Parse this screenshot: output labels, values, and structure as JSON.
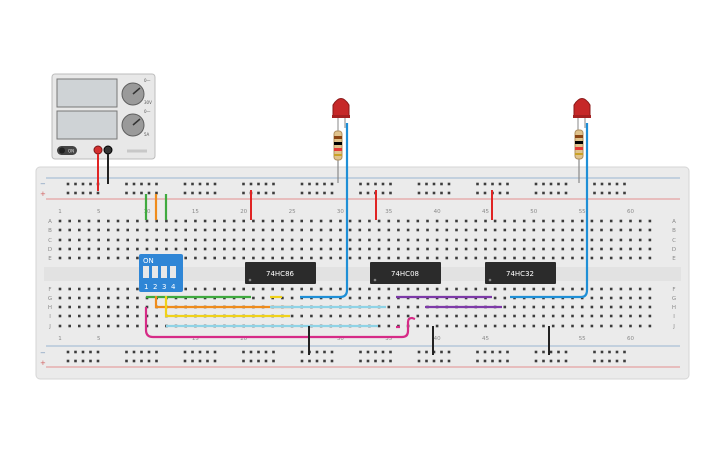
{
  "power_supply": {
    "on_label": "ON",
    "knob1_labels": [
      "0—",
      "30V"
    ],
    "knob2_labels": [
      "0—",
      "5A"
    ],
    "colors": {
      "body": "#e8e8e8",
      "screen": "#cfd3d6",
      "knob": "#9a9a9a"
    }
  },
  "breadboard": {
    "top_column_numbers": [
      "1",
      "5",
      "10",
      "15",
      "20",
      "25",
      "30",
      "35",
      "40",
      "45",
      "50",
      "55",
      "60"
    ],
    "bottom_column_numbers": [
      "1",
      "5",
      "15",
      "20",
      "30",
      "35",
      "40",
      "45",
      "55",
      "60"
    ],
    "row_labels_upper": [
      "A",
      "B",
      "C",
      "D",
      "E"
    ],
    "row_labels_lower": [
      "F",
      "G",
      "H",
      "I",
      "J"
    ],
    "rail_minus": "−",
    "rail_plus": "+",
    "colors": {
      "board": "#ebebeb",
      "hole": "#3c3c3c",
      "rail_red": "#e07070",
      "rail_blue": "#7fa3c8"
    }
  },
  "dip_switch": {
    "on_label": "ON",
    "positions": [
      "1",
      "2",
      "3",
      "4"
    ],
    "color": "#2f86d6"
  },
  "chips": [
    {
      "label": "74HC86"
    },
    {
      "label": "74HC08"
    },
    {
      "label": "74HC32"
    }
  ],
  "leds": [
    {
      "color": "#c62828"
    },
    {
      "color": "#c62828"
    }
  ],
  "wire_colors": {
    "red": "#e02424",
    "black": "#222222",
    "green": "#3faa3f",
    "orange": "#ef8c1c",
    "yellow": "#f0d21a",
    "light_blue": "#8fd3e6",
    "purple": "#7d3aa8",
    "magenta": "#d62b87",
    "blue": "#1f8fd6"
  }
}
